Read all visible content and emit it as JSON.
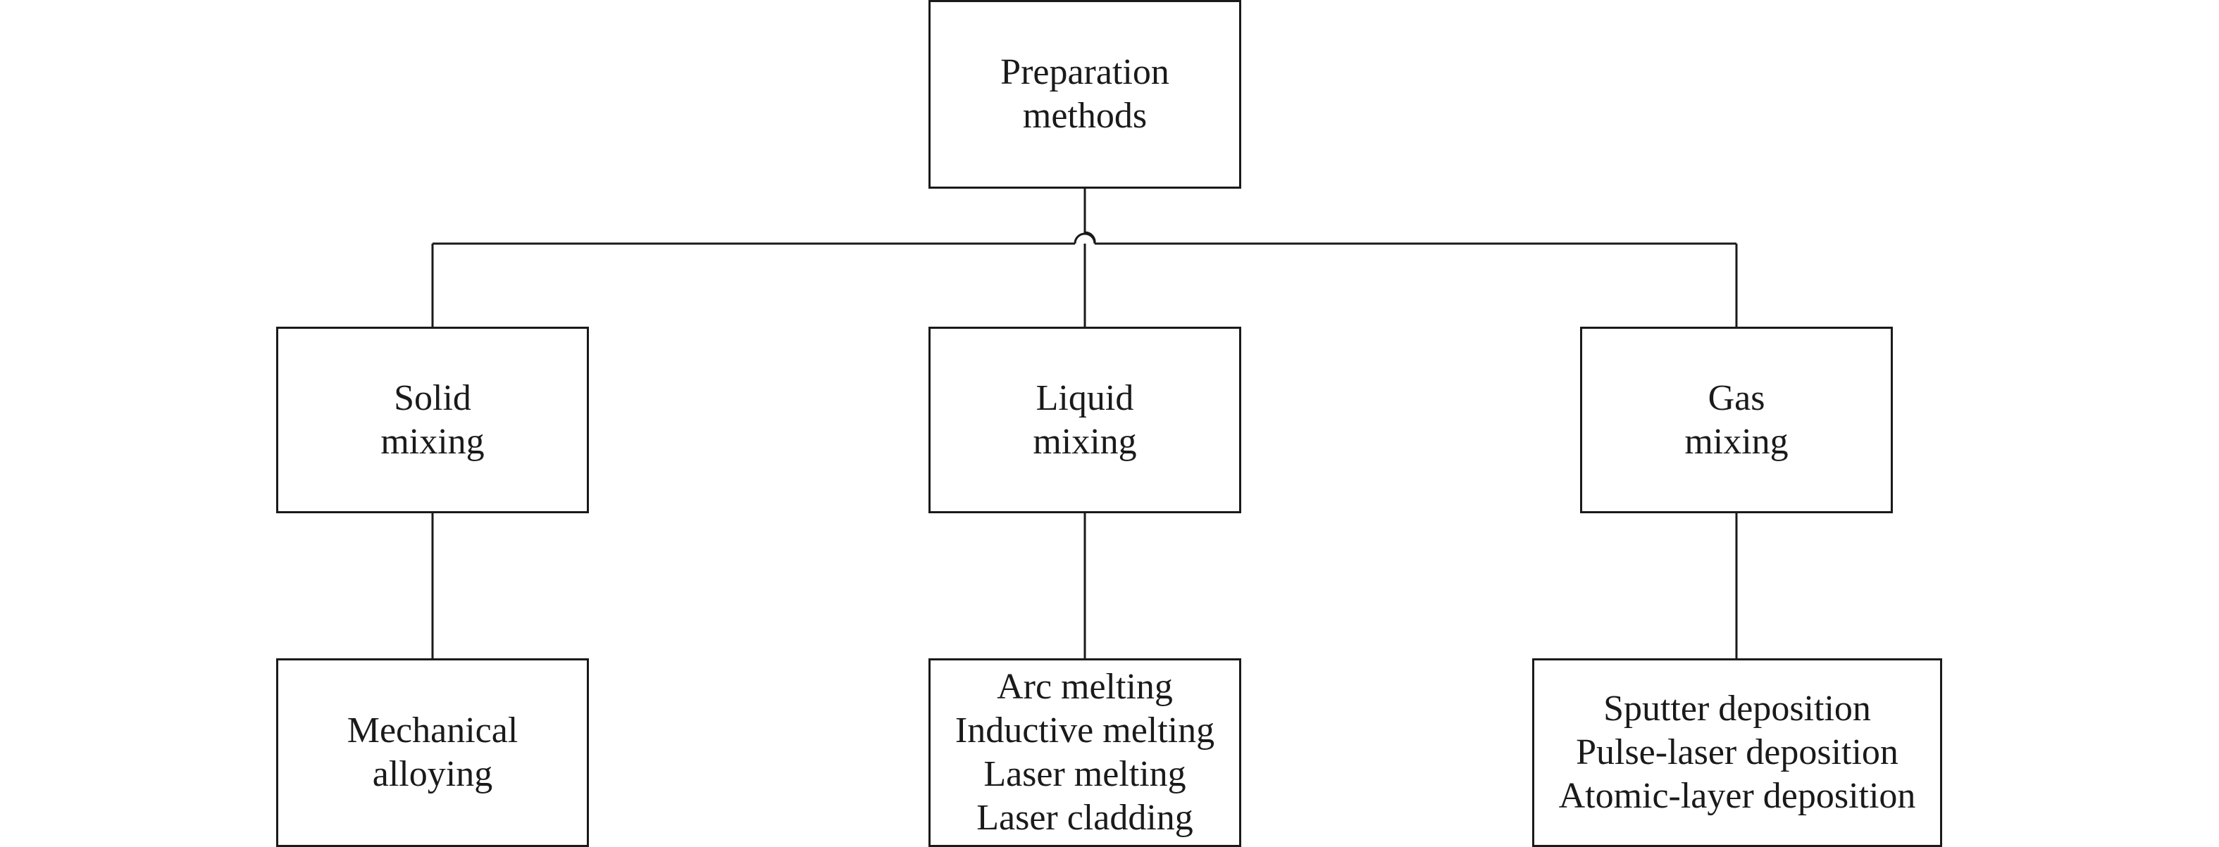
{
  "nodes": {
    "root": {
      "lines": [
        "Preparation",
        "methods"
      ]
    },
    "solid": {
      "lines": [
        "Solid",
        "mixing"
      ]
    },
    "liquid": {
      "lines": [
        "Liquid",
        "mixing"
      ]
    },
    "gas": {
      "lines": [
        "Gas",
        "mixing"
      ]
    },
    "solid_methods": {
      "lines": [
        "Mechanical",
        "alloying"
      ]
    },
    "liquid_methods": {
      "lines": [
        "Arc melting",
        "Inductive melting",
        "Laser melting",
        "Laser cladding"
      ]
    },
    "gas_methods": {
      "lines": [
        "Sputter deposition",
        "Pulse-laser deposition",
        "Atomic-layer deposition"
      ]
    }
  },
  "edges": [
    {
      "from": "root",
      "to": "solid"
    },
    {
      "from": "root",
      "to": "liquid"
    },
    {
      "from": "root",
      "to": "gas"
    },
    {
      "from": "solid",
      "to": "solid_methods"
    },
    {
      "from": "liquid",
      "to": "liquid_methods"
    },
    {
      "from": "gas",
      "to": "gas_methods"
    }
  ]
}
